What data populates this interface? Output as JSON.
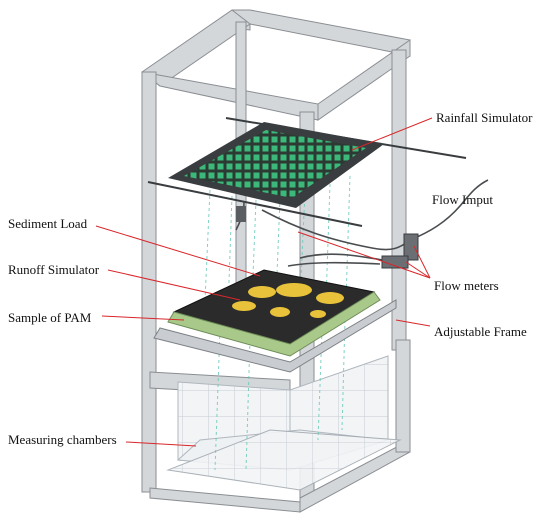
{
  "labels": {
    "rainfall_simulator": "Rainfall Simulator",
    "flow_input": "Flow Imput",
    "sediment_load": "Sediment Load",
    "runoff_simulator": "Runoff Simulator",
    "flow_meters": "Flow meters",
    "sample_of_pam": "Sample of PAM",
    "adjustable_frame": "Adjustable Frame",
    "measuring_chambers": "Measuring chambers"
  },
  "colors": {
    "frame": "#b8bcc0",
    "frame_edge": "#7d8185",
    "grid_dark": "#3a3d40",
    "nozzle": "#2fa36b",
    "rain": "#5fc9b6",
    "sediment": "#e8c23a",
    "soil_tray": "#2b2b2b",
    "pam_sample": "#a9c98a",
    "leader_line": "#d9262a",
    "chamber": "#d7dde2"
  }
}
